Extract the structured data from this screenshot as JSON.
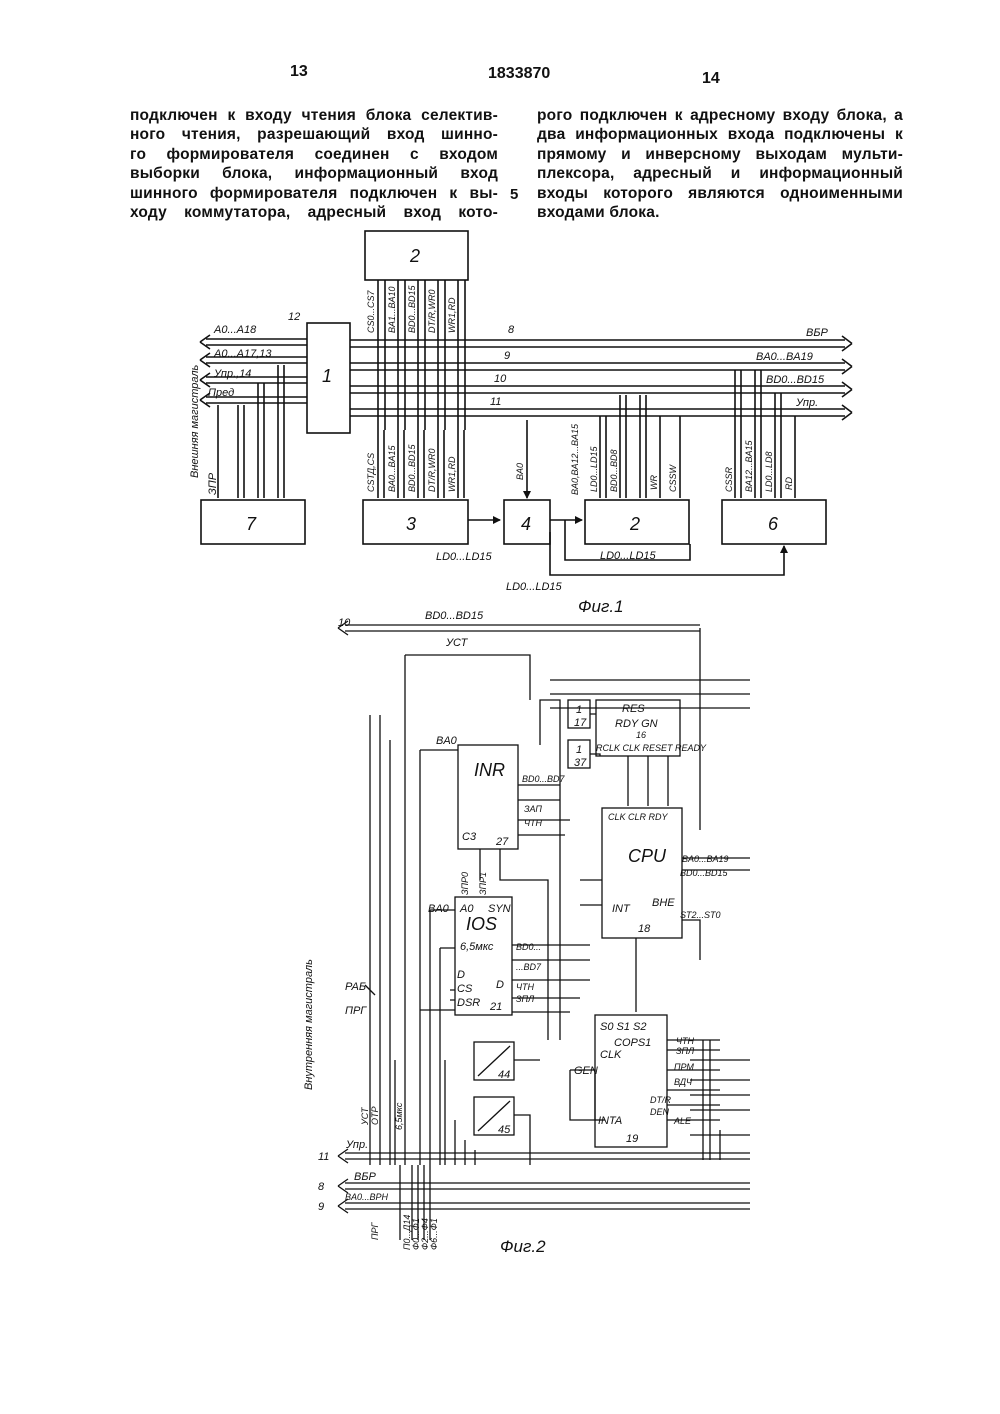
{
  "header": {
    "left_page": "13",
    "patent_number": "1833870",
    "right_page": "14"
  },
  "left_column": [
    "подключен к входу чтения блока селектив-",
    "ного чтения, разрешающий вход шинно-",
    "го формирователя соединен с входом",
    "выборки блока, информационный вход",
    "шинного формирователя подключен к вы-",
    "ходу коммутатора, адресный вход кото-"
  ],
  "line_marker": "5",
  "right_column": [
    "рого подключен к адресному входу блока, а",
    "два информационных входа подключены к",
    "прямому и инверсному выходам мульти-",
    "плексора, адресный и информационный",
    "входы которого являются одноименными",
    "входами блока."
  ],
  "fig1": {
    "caption": "Фиг.1",
    "blocks": {
      "b1": "1",
      "b2_top": "2",
      "b3": "3",
      "b4": "4",
      "b2_bottom": "2",
      "b6": "6",
      "b7": "7"
    },
    "vertical_caption": "Внешняя магистраль",
    "bus_labels": {
      "a0_a18": "A0...A18",
      "a0_a17": "A0...A17,13",
      "upr_14": "Упр.,14",
      "pred": "Пред",
      "n12": "12",
      "n8": "8",
      "n9": "9",
      "n10": "10",
      "n11": "11",
      "vbr": "ВБР",
      "ba0_ba19": "BA0...BA19",
      "bd0_bd15": "BD0...BD15",
      "upr": "Упр.",
      "zpr": "ЗПР",
      "cs0_cs7": "CS0...CS7",
      "ba1_ba10": "BA1...BA10",
      "bd0_bd15_v": "BD0...BD15",
      "dt_wr0": "DT/R,WR0",
      "wr1_rd": "WR1,RD",
      "cstd_cs": "CSТД,CS",
      "ba0_ba15": "BA0...BA15",
      "bd0_bd15_l": "BD0...BD15",
      "dtr_wro_l": "DT/R,WR0",
      "wr1_rd_l": "WR1,RD",
      "ba0": "BA0",
      "ba0_ba12": "BA0,BA12...BA15",
      "ldo_ld15_2": "LD0...LD15",
      "bd0_bd8": "BD0...BD8",
      "wr": "WR",
      "cssw": "CSSW",
      "cssr": "CSSR",
      "ba12_ba15": "BA12...BA15",
      "ldo_ld8": "LD0...LD8",
      "rd": "RD",
      "ld_a": "LD0...LD15",
      "ld_b": "LD0...LD15",
      "ld_c": "LD0...LD15"
    }
  },
  "fig2": {
    "caption": "Фиг.2",
    "vertical_caption": "Внутренняя магистраль",
    "labels": {
      "n10": "10",
      "bd0_bd15": "BD0...BD15",
      "ust": "УСТ",
      "g17": "17",
      "g37": "37",
      "one_a": "1",
      "one_b": "1",
      "res": "RES",
      "rdy_gn": "RDY GN",
      "g16": "16",
      "g16_pins": "RCLK CLK RESET READY",
      "ba0_a": "BA0",
      "inr": "INR",
      "bd0_bd7": "BD0...BD7",
      "zap": "ЗАП",
      "cht": "ЧТН",
      "c3": "C3",
      "g27": "27",
      "zpr0": "ЗПР0",
      "zpr1": "ЗПР1",
      "cpu_pins": "CLK CLR RDY",
      "cpu": "CPU",
      "ba0_ba19": "BA0...BA19",
      "bd0_bd15_c": "BD0...BD15",
      "int": "INT",
      "bhe": "BHE",
      "g18": "18",
      "st2_st0": "ST2...ST0",
      "ba0_b": "BA0",
      "a0": "A0",
      "syn": "SYN",
      "ios": "IOS",
      "t65": "6,5мкс",
      "bd0": "BD0...",
      "bd7": "...BD7",
      "d_in": "D",
      "d_out": "D",
      "cs": "CS",
      "dsr": "DSR",
      "g21": "21",
      "cht2": "ЧТН",
      "zap2": "ЗПЛ",
      "rab": "РАБ",
      "prg": "ПРГ",
      "g44": "44",
      "g45": "45",
      "cops_pins": "S0 S1 S2",
      "cops": "COPS1",
      "clk": "CLK",
      "gen": "GEN",
      "inta": "INTA",
      "g19": "19",
      "cht3": "ЧТН",
      "zpr3": "ЗПЛ",
      "prm": "ПРМ",
      "vdch": "ВДЧ",
      "dtr": "DT/R",
      "den": "DEN",
      "ale": "ALE",
      "n11": "11",
      "upr": "Упр.",
      "n8": "8",
      "vbr": "ВБР",
      "n9": "9",
      "ba0_bp": "BA0...BPH",
      "ust2": "УСТ",
      "otr": "ОТР",
      "t65b": "6,5мкс",
      "prg2": "ПРГ",
      "r0": "П0...Д14",
      "r1": "Ф0...Ф1",
      "r2": "Ф2...Ф4",
      "r3": "Ф6...Ф1"
    }
  }
}
